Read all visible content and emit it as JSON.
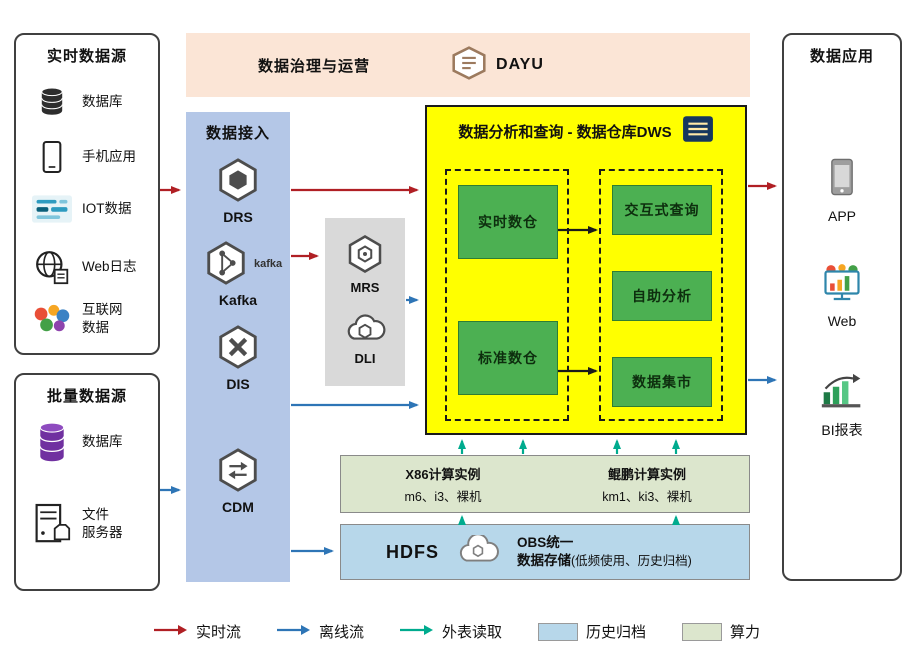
{
  "colors": {
    "realtime_flow_red": "#b01f24",
    "offline_flow_blue": "#2e75b6",
    "external_read_teal": "#00ab8e",
    "history_archive_blue": "#b7d7ea",
    "compute_olive": "#dce6cd",
    "dws_yellow": "#ffff00",
    "module_green": "#4cb052",
    "access_panel_blue": "#b4c7e7",
    "governance_peach": "#fbe5d6",
    "middleware_gray": "#d9d9d9"
  },
  "realtime_sources": {
    "title": "实时数据源",
    "items": [
      {
        "icon": "database-icon",
        "label": "数据库"
      },
      {
        "icon": "mobile-phone-icon",
        "label": "手机应用"
      },
      {
        "icon": "iot-icon",
        "label": "IOT数据"
      },
      {
        "icon": "web-log-icon",
        "label": "Web日志"
      },
      {
        "icon": "internet-data-icon",
        "label": "互联网\n数据"
      }
    ]
  },
  "batch_sources": {
    "title": "批量数据源",
    "items": [
      {
        "icon": "database-stack-icon",
        "label": "数据库"
      },
      {
        "icon": "file-server-icon",
        "label": "文件\n服务器"
      }
    ]
  },
  "governance": {
    "title": "数据治理与运营",
    "brand": "DAYU",
    "icon": "dayu-hexagon-icon"
  },
  "data_access": {
    "title": "数据接入",
    "items": [
      {
        "icon": "drs-hexagon-icon",
        "label": "DRS"
      },
      {
        "icon": "kafka-hexagon-icon",
        "label": "Kafka",
        "sublabel": "kafka"
      },
      {
        "icon": "dis-hexagon-icon",
        "label": "DIS"
      },
      {
        "icon": "cdm-hexagon-icon",
        "label": "CDM"
      }
    ]
  },
  "middleware": {
    "items": [
      {
        "icon": "mrs-hexagon-icon",
        "label": "MRS"
      },
      {
        "icon": "dli-cloud-icon",
        "label": "DLI"
      }
    ]
  },
  "dws": {
    "title": "数据分析和查询 - 数据仓库DWS",
    "icon": "document-icon",
    "warehouses": [
      {
        "label": "实时数仓"
      },
      {
        "label": "标准数仓"
      }
    ],
    "services": [
      {
        "label": "交互式查询"
      },
      {
        "label": "自助分析"
      },
      {
        "label": "数据集市"
      }
    ]
  },
  "compute": {
    "x86": {
      "title": "X86计算实例",
      "models": "m6、i3、裸机"
    },
    "kunpeng": {
      "title": "鲲鹏计算实例",
      "models": "km1、ki3、裸机"
    }
  },
  "storage": {
    "hdfs": "HDFS",
    "icon": "cloud-icon",
    "obs_line1": "OBS统一",
    "obs_line2": "数据存储",
    "note": "(低频使用、历史归档)"
  },
  "applications": {
    "title": "数据应用",
    "items": [
      {
        "icon": "app-phone-icon",
        "label": "APP"
      },
      {
        "icon": "web-monitor-icon",
        "label": "Web"
      },
      {
        "icon": "bi-report-icon",
        "label": "BI报表"
      }
    ]
  },
  "legend": {
    "realtime": "实时流",
    "offline": "离线流",
    "external": "外表读取",
    "archive": "历史归档",
    "compute": "算力"
  }
}
